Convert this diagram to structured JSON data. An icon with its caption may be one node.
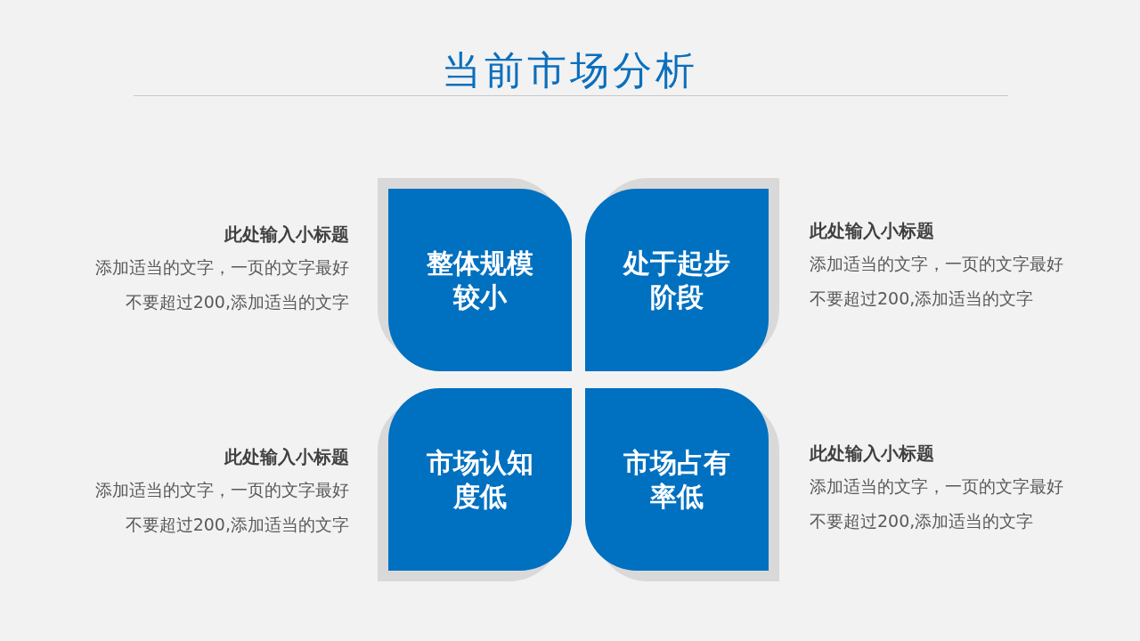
{
  "diagram": {
    "title": "当前市场分析",
    "nodes": [
      {
        "text": [
          "整体规模较小"
        ],
        "beside": [
          "此处输入小标题",
          "添加适当的文字，一页的文字最好不要超过200,添加适当的文字"
        ]
      },
      {
        "text": [
          "处于起步阶段"
        ],
        "beside": [
          "此处输入小标题",
          "添加适当的文字，一页的文字最好不要超过200,添加适当的文字"
        ]
      },
      {
        "text": [
          "市场认知度低"
        ],
        "beside": [
          "此处输入小标题",
          "添加适当的文字，一页的文字最好不要超过200,添加适当的文字"
        ]
      },
      {
        "text": [
          "市场占有率低"
        ],
        "beside": [
          "此处输入小标题",
          "添加适当的文字，一页的文字最好不要超过200,添加适当的文字"
        ]
      }
    ]
  }
}
